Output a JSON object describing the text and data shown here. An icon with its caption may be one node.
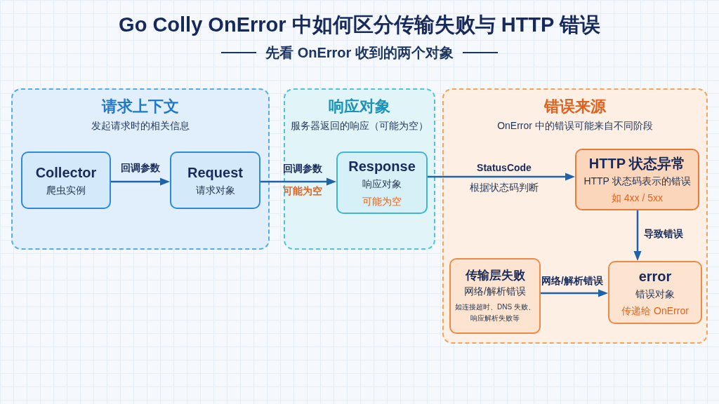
{
  "diagram": {
    "title": "Go Colly OnError 中如何区分传输失败与 HTTP 错误",
    "nodes": [
      {
        "text": [
          "请求上下文",
          "发起请求时的相关信息"
        ]
      },
      {
        "text": [
          "Collector",
          "爬虫实例"
        ],
        "in": 0
      },
      {
        "text": [
          "Request",
          "请求对象"
        ],
        "in": 0
      },
      {
        "text": [
          "响应对象",
          "服务器返回的响应（可能为空）"
        ]
      },
      {
        "text": [
          "Response",
          "响应对象",
          "可能为空"
        ],
        "in": 3
      },
      {
        "text": [
          "错误来源",
          "OnError 中的错误可能来自不同阶段"
        ]
      },
      {
        "text": [
          "HTTP 状态异常",
          "HTTP 状态码表示的错误",
          "如 4xx / 5xx"
        ],
        "in": 5
      },
      {
        "text": [
          "传输层失败",
          "网络/解析错误",
          "如连接超时、DNS 失败、响应解析失败等"
        ],
        "in": 5
      },
      {
        "text": [
          "error",
          "错误对象",
          "传递给 OnError"
        ],
        "in": 5
      }
    ],
    "edges": [
      {
        "from": 1,
        "to": 2,
        "arrow": "to",
        "label": "回调参数"
      },
      {
        "from": 2,
        "to": 4,
        "arrow": "to",
        "label": "回调参数"
      },
      {
        "from": 4,
        "to": 6,
        "arrow": "to",
        "label": "StatusCode"
      },
      {
        "from": 6,
        "to": 8,
        "arrow": "to",
        "label": "导致错误"
      },
      {
        "from": 7,
        "to": 8,
        "arrow": "to",
        "label": "网络/解析错误"
      }
    ],
    "labels": [
      "先看 OnError 收到的两个对象",
      "可能为空",
      "根据状态码判断"
    ]
  }
}
